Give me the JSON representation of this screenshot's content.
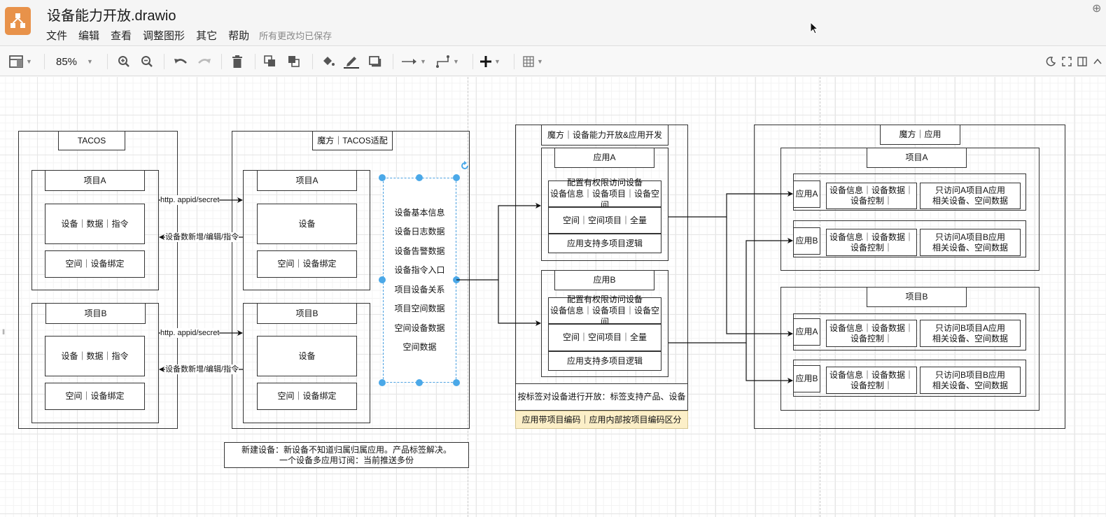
{
  "app": {
    "file_title": "设备能力开放.drawio",
    "menu": [
      "文件",
      "编辑",
      "查看",
      "调整图形",
      "其它",
      "帮助"
    ],
    "save_status": "所有更改均已保存"
  },
  "toolbar": {
    "zoom_level": "85%",
    "icons": [
      "format-panel-icon",
      "zoom-in-icon",
      "zoom-out-icon",
      "undo-icon",
      "redo-icon",
      "delete-icon",
      "to-front-icon",
      "to-back-icon",
      "fill-color-icon",
      "line-color-icon",
      "shadow-icon",
      "connection-icon",
      "waypoints-icon",
      "insert-icon",
      "table-icon"
    ],
    "right_icons": [
      "dark-mode-icon",
      "fullscreen-icon",
      "split-panel-icon",
      "collapse-icon"
    ]
  },
  "colors": {
    "logo": "#e8924a",
    "selection": "#4aa8e8",
    "note_yellow": "#fcefc8"
  },
  "diagram": {
    "tacos": {
      "title": "TACOS",
      "projects": [
        {
          "title": "项目A",
          "rows": [
            "设备｜数据｜指令",
            "空间｜设备绑定"
          ]
        },
        {
          "title": "项目B",
          "rows": [
            "设备｜数据｜指令",
            "空间｜设备绑定"
          ]
        }
      ]
    },
    "links": {
      "forward": "http. appid/secret",
      "backward": "设备数新增/编辑/指令"
    },
    "adapter": {
      "title": "魔方｜TACOS适配",
      "projects": [
        {
          "title": "项目A",
          "rows": [
            "设备",
            "空间｜设备绑定"
          ]
        },
        {
          "title": "项目B",
          "rows": [
            "设备",
            "空间｜设备绑定"
          ]
        }
      ],
      "data_list": [
        "设备基本信息",
        "设备日志数据",
        "设备告警数据",
        "设备指令入口",
        "项目设备关系",
        "项目空间数据",
        "空间设备数据",
        "空间数据"
      ],
      "note_lines": [
        "新建设备：新设备不知道归属归属应用。产品标签解决。",
        "一个设备多应用订阅：当前推送多份"
      ]
    },
    "capability": {
      "title": "魔方｜设备能力开放&应用开发",
      "apps": [
        {
          "title": "应用A",
          "rows": [
            "配置有权限访问设备\n设备信息｜设备项目｜设备空间",
            "空间｜空间项目｜全量",
            "应用支持多项目逻辑"
          ]
        },
        {
          "title": "应用B",
          "rows": [
            "配置有权限访问设备\n设备信息｜设备项目｜设备空间",
            "空间｜空间项目｜全量",
            "应用支持多项目逻辑"
          ]
        }
      ],
      "footer": "按标签对设备进行开放：标签支持产品、设备",
      "note": "应用带项目编码｜应用内部按项目编码区分"
    },
    "apps_side": {
      "title": "魔方｜应用",
      "projects": [
        {
          "title": "项目A",
          "apps": [
            {
              "name": "应用A",
              "capability": "设备信息｜设备数据｜\n设备控制｜",
              "scope": "只访问A项目A应用\n相关设备、空间数据"
            },
            {
              "name": "应用B",
              "capability": "设备信息｜设备数据｜\n设备控制｜",
              "scope": "只访问A项目B应用\n相关设备、空间数据"
            }
          ]
        },
        {
          "title": "项目B",
          "apps": [
            {
              "name": "应用A",
              "capability": "设备信息｜设备数据｜\n设备控制｜",
              "scope": "只访问B项目A应用\n相关设备、空间数据"
            },
            {
              "name": "应用B",
              "capability": "设备信息｜设备数据｜\n设备控制｜",
              "scope": "只访问B项目B应用\n相关设备、空间数据"
            }
          ]
        }
      ]
    }
  }
}
